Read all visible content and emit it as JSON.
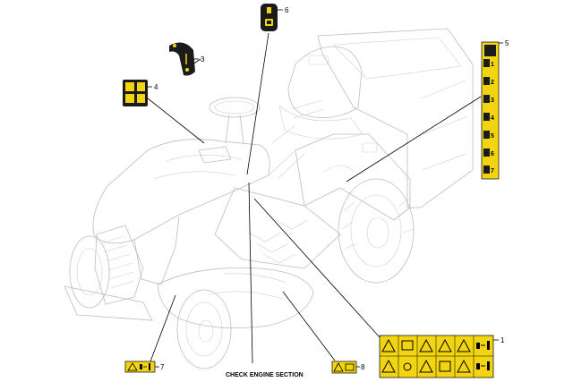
{
  "callouts": {
    "c1": "1",
    "c3": "3",
    "c4": "4",
    "c5": "5",
    "c6": "6",
    "c7": "7",
    "c8": "8"
  },
  "strip": [
    "1",
    "2",
    "3",
    "4",
    "5",
    "6",
    "7"
  ],
  "caption": "CHECK ENGINE SECTION",
  "colors": {
    "label_yellow": "#f2d411",
    "label_black": "#1b1b1b",
    "outline_gray": "#bdbdbd"
  }
}
